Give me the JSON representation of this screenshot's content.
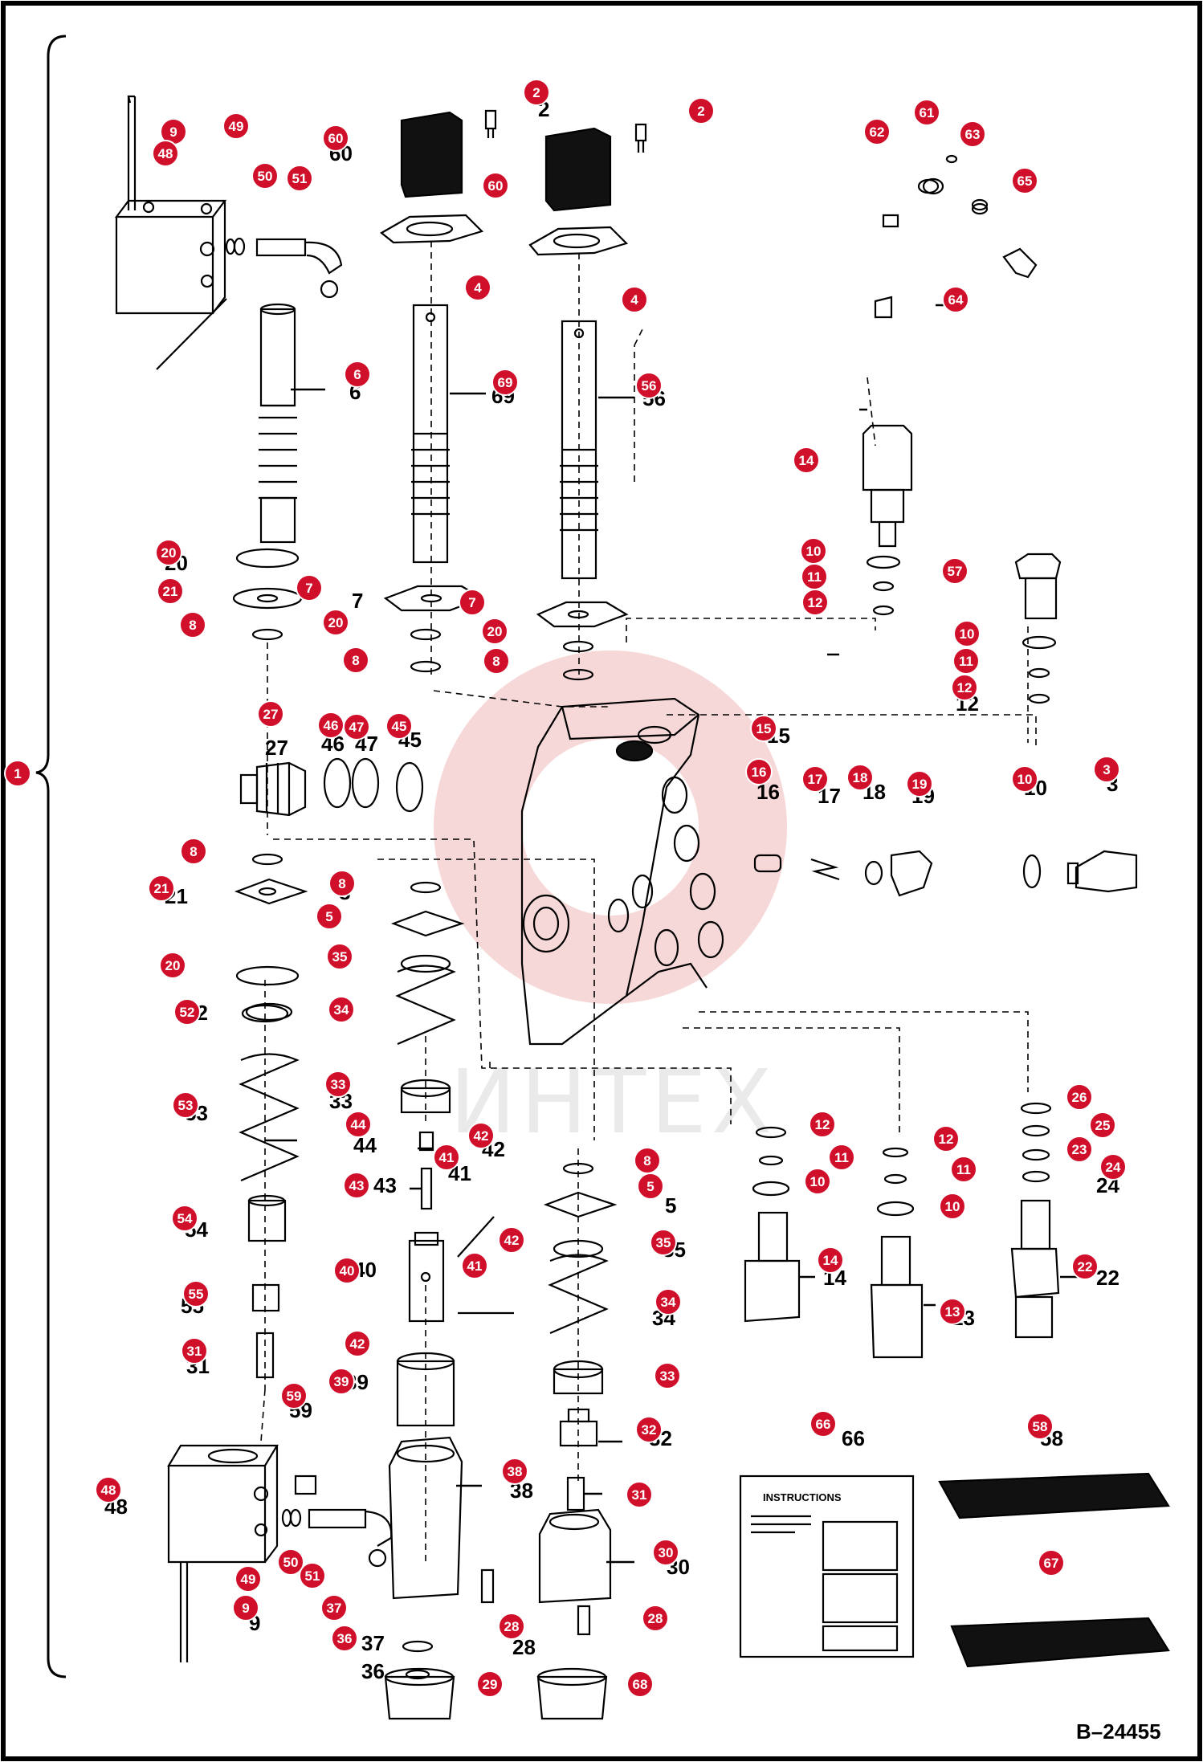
{
  "diagram_ref": "B–24455",
  "watermark_text": "ИНТЕХ",
  "accent_color": "#d0102a",
  "instruction_card_title": "INSTRUCTIONS",
  "callouts": [
    {
      "id": "c1",
      "number": "1"
    },
    {
      "id": "c2a",
      "number": "2"
    },
    {
      "id": "c2b",
      "number": "2"
    },
    {
      "id": "c3",
      "number": "3"
    },
    {
      "id": "c4a",
      "number": "4"
    },
    {
      "id": "c4b",
      "number": "4"
    },
    {
      "id": "c5a",
      "number": "5"
    },
    {
      "id": "c5b",
      "number": "5"
    },
    {
      "id": "c6",
      "number": "6"
    },
    {
      "id": "c7a",
      "number": "7"
    },
    {
      "id": "c7b",
      "number": "7"
    },
    {
      "id": "c8a",
      "number": "8"
    },
    {
      "id": "c8b",
      "number": "8"
    },
    {
      "id": "c8c",
      "number": "8"
    },
    {
      "id": "c8d",
      "number": "8"
    },
    {
      "id": "c8e",
      "number": "8"
    },
    {
      "id": "c8f",
      "number": "8"
    },
    {
      "id": "c9a",
      "number": "9"
    },
    {
      "id": "c9b",
      "number": "9"
    },
    {
      "id": "c10a",
      "number": "10"
    },
    {
      "id": "c10b",
      "number": "10"
    },
    {
      "id": "c10c",
      "number": "10"
    },
    {
      "id": "c10d",
      "number": "10"
    },
    {
      "id": "c10e",
      "number": "10"
    },
    {
      "id": "c11a",
      "number": "11"
    },
    {
      "id": "c11b",
      "number": "11"
    },
    {
      "id": "c11c",
      "number": "11"
    },
    {
      "id": "c11d",
      "number": "11"
    },
    {
      "id": "c12a",
      "number": "12"
    },
    {
      "id": "c12b",
      "number": "12"
    },
    {
      "id": "c12c",
      "number": "12"
    },
    {
      "id": "c12d",
      "number": "12"
    },
    {
      "id": "c13",
      "number": "13"
    },
    {
      "id": "c14a",
      "number": "14"
    },
    {
      "id": "c14b",
      "number": "14"
    },
    {
      "id": "c15",
      "number": "15"
    },
    {
      "id": "c16",
      "number": "16"
    },
    {
      "id": "c17",
      "number": "17"
    },
    {
      "id": "c18",
      "number": "18"
    },
    {
      "id": "c19",
      "number": "19"
    },
    {
      "id": "c20a",
      "number": "20"
    },
    {
      "id": "c20b",
      "number": "20"
    },
    {
      "id": "c20c",
      "number": "20"
    },
    {
      "id": "c20d",
      "number": "20"
    },
    {
      "id": "c21a",
      "number": "21"
    },
    {
      "id": "c21b",
      "number": "21"
    },
    {
      "id": "c22",
      "number": "22"
    },
    {
      "id": "c23",
      "number": "23"
    },
    {
      "id": "c24",
      "number": "24"
    },
    {
      "id": "c25",
      "number": "25"
    },
    {
      "id": "c26",
      "number": "26"
    },
    {
      "id": "c27",
      "number": "27"
    },
    {
      "id": "c28a",
      "number": "28"
    },
    {
      "id": "c28b",
      "number": "28"
    },
    {
      "id": "c29",
      "number": "29"
    },
    {
      "id": "c30",
      "number": "30"
    },
    {
      "id": "c31a",
      "number": "31"
    },
    {
      "id": "c31b",
      "number": "31"
    },
    {
      "id": "c32",
      "number": "32"
    },
    {
      "id": "c33a",
      "number": "33"
    },
    {
      "id": "c33b",
      "number": "33"
    },
    {
      "id": "c34a",
      "number": "34"
    },
    {
      "id": "c34b",
      "number": "34"
    },
    {
      "id": "c35a",
      "number": "35"
    },
    {
      "id": "c35b",
      "number": "35"
    },
    {
      "id": "c36",
      "number": "36"
    },
    {
      "id": "c37",
      "number": "37"
    },
    {
      "id": "c38",
      "number": "38"
    },
    {
      "id": "c39",
      "number": "39"
    },
    {
      "id": "c40",
      "number": "40"
    },
    {
      "id": "c41a",
      "number": "41"
    },
    {
      "id": "c41b",
      "number": "41"
    },
    {
      "id": "c42a",
      "number": "42"
    },
    {
      "id": "c42b",
      "number": "42"
    },
    {
      "id": "c42c",
      "number": "42"
    },
    {
      "id": "c43",
      "number": "43"
    },
    {
      "id": "c44",
      "number": "44"
    },
    {
      "id": "c45",
      "number": "45"
    },
    {
      "id": "c46",
      "number": "46"
    },
    {
      "id": "c47",
      "number": "47"
    },
    {
      "id": "c48a",
      "number": "48"
    },
    {
      "id": "c48b",
      "number": "48"
    },
    {
      "id": "c49a",
      "number": "49"
    },
    {
      "id": "c49b",
      "number": "49"
    },
    {
      "id": "c50a",
      "number": "50"
    },
    {
      "id": "c50b",
      "number": "50"
    },
    {
      "id": "c51a",
      "number": "51"
    },
    {
      "id": "c51b",
      "number": "51"
    },
    {
      "id": "c52",
      "number": "52"
    },
    {
      "id": "c53",
      "number": "53"
    },
    {
      "id": "c54",
      "number": "54"
    },
    {
      "id": "c55",
      "number": "55"
    },
    {
      "id": "c56",
      "number": "56"
    },
    {
      "id": "c57",
      "number": "57"
    },
    {
      "id": "c58",
      "number": "58"
    },
    {
      "id": "c59",
      "number": "59"
    },
    {
      "id": "c60a",
      "number": "60"
    },
    {
      "id": "c60b",
      "number": "60"
    },
    {
      "id": "c61",
      "number": "61"
    },
    {
      "id": "c62",
      "number": "62"
    },
    {
      "id": "c63",
      "number": "63"
    },
    {
      "id": "c64",
      "number": "64"
    },
    {
      "id": "c65",
      "number": "65"
    },
    {
      "id": "c66",
      "number": "66"
    },
    {
      "id": "c67",
      "number": "67"
    },
    {
      "id": "c68",
      "number": "68"
    },
    {
      "id": "c69",
      "number": "69"
    }
  ],
  "plain_labels": [
    {
      "id": "p27",
      "number": "27"
    },
    {
      "id": "p46",
      "number": "46"
    },
    {
      "id": "p47",
      "number": "47"
    },
    {
      "id": "p45",
      "number": "45"
    },
    {
      "id": "p16",
      "number": "16"
    },
    {
      "id": "p17",
      "number": "17"
    },
    {
      "id": "p18",
      "number": "18"
    },
    {
      "id": "p19",
      "number": "19"
    },
    {
      "id": "p10",
      "number": "10"
    },
    {
      "id": "p3",
      "number": "3"
    },
    {
      "id": "p15",
      "number": "15"
    },
    {
      "id": "p20",
      "number": "20"
    },
    {
      "id": "p21",
      "number": "21"
    },
    {
      "id": "p12",
      "number": "12"
    },
    {
      "id": "p14",
      "number": "14"
    },
    {
      "id": "p5",
      "number": "5"
    },
    {
      "id": "p35",
      "number": "35"
    },
    {
      "id": "p34",
      "number": "34"
    },
    {
      "id": "p33",
      "number": "33"
    },
    {
      "id": "p32",
      "number": "32"
    },
    {
      "id": "p31",
      "number": "31"
    },
    {
      "id": "p30",
      "number": "30"
    },
    {
      "id": "p28",
      "number": "28"
    },
    {
      "id": "p38",
      "number": "38"
    },
    {
      "id": "p39",
      "number": "39"
    },
    {
      "id": "p40",
      "number": "40"
    },
    {
      "id": "p41",
      "number": "41"
    },
    {
      "id": "p42",
      "number": "42"
    },
    {
      "id": "p43",
      "number": "43"
    },
    {
      "id": "p44",
      "number": "44"
    },
    {
      "id": "p22",
      "number": "22"
    },
    {
      "id": "p24",
      "number": "24"
    },
    {
      "id": "p13",
      "number": "13"
    },
    {
      "id": "p59",
      "number": "59"
    },
    {
      "id": "p48",
      "number": "48"
    },
    {
      "id": "p9",
      "number": "9"
    },
    {
      "id": "p55",
      "number": "55"
    },
    {
      "id": "p54",
      "number": "54"
    },
    {
      "id": "p53",
      "number": "53"
    },
    {
      "id": "p52",
      "number": "52"
    },
    {
      "id": "p69",
      "number": "69"
    },
    {
      "id": "p56",
      "number": "56"
    },
    {
      "id": "p6",
      "number": "6"
    },
    {
      "id": "p60",
      "number": "60"
    },
    {
      "id": "p2",
      "number": "2"
    },
    {
      "id": "p8",
      "number": "8"
    },
    {
      "id": "p7",
      "number": "7"
    },
    {
      "id": "p66",
      "number": "66"
    },
    {
      "id": "p58",
      "number": "58"
    },
    {
      "id": "p36",
      "number": "36"
    },
    {
      "id": "p37",
      "number": "37"
    }
  ]
}
